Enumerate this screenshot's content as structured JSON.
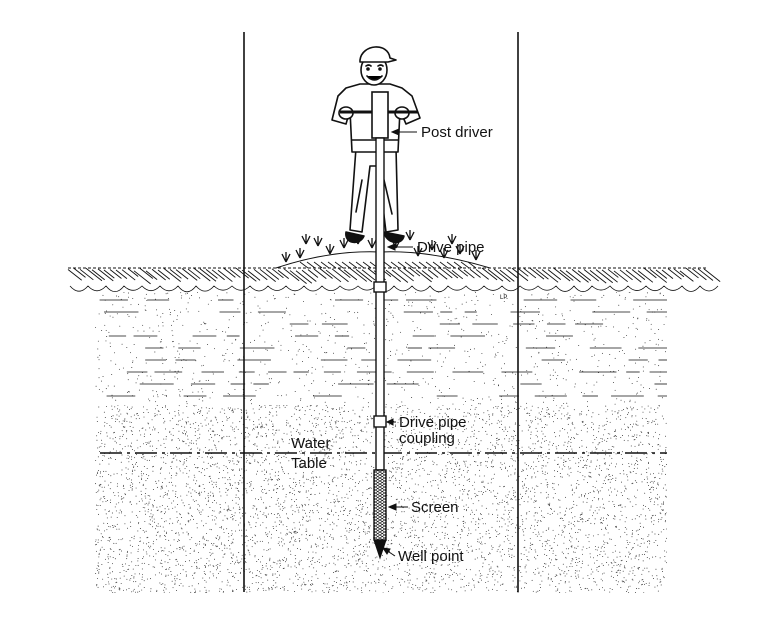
{
  "labels": {
    "post_driver": "Post driver",
    "drive_pipe": "Drive pipe",
    "coupling_line1": "Drive pipe",
    "coupling_line2": "coupling",
    "water_table_line1": "Water",
    "water_table_line2": "Table",
    "screen": "Screen",
    "well_point": "Well point",
    "artist_mark": "LP"
  },
  "colors": {
    "ink": "#111111",
    "ground_fill": "#ffffff"
  }
}
